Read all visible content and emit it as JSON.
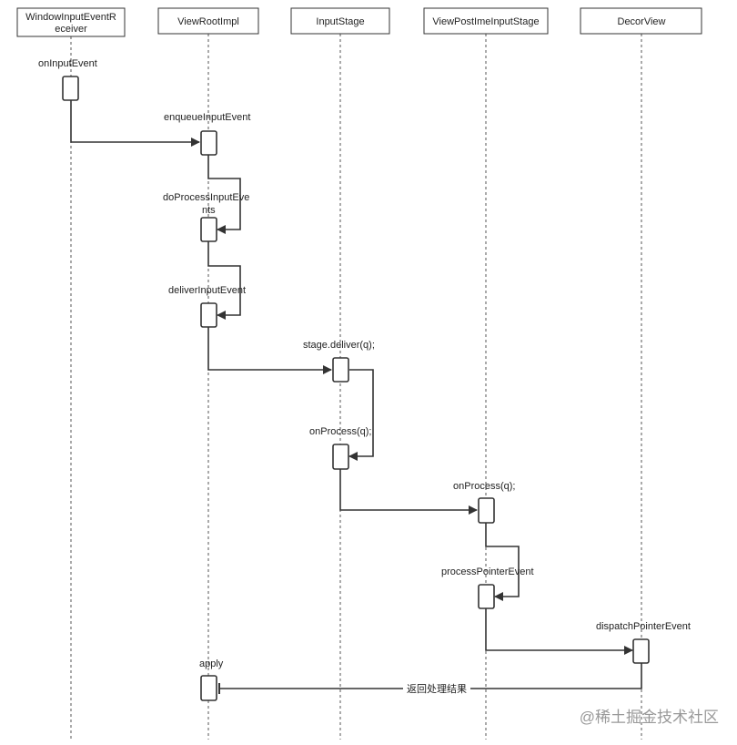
{
  "participants": [
    {
      "id": "wire",
      "label_lines": [
        "WindowInputEventR",
        "eceiver"
      ]
    },
    {
      "id": "vri",
      "label_lines": [
        "ViewRootImpl"
      ]
    },
    {
      "id": "is",
      "label_lines": [
        "InputStage"
      ]
    },
    {
      "id": "vpis",
      "label_lines": [
        "ViewPostImeInputStage"
      ]
    },
    {
      "id": "dv",
      "label_lines": [
        "DecorView"
      ]
    }
  ],
  "steps": [
    {
      "label_lines": [
        "onInputEvent"
      ]
    },
    {
      "label_lines": [
        "enqueueInputEvent"
      ]
    },
    {
      "label_lines": [
        "doProcessInputEve",
        "nts"
      ]
    },
    {
      "label_lines": [
        "deliverInputEvent"
      ]
    },
    {
      "label_lines": [
        "stage.deliver(q);"
      ]
    },
    {
      "label_lines": [
        "onProcess(q);"
      ]
    },
    {
      "label_lines": [
        "onProcess(q);"
      ]
    },
    {
      "label_lines": [
        "processPointerEvent"
      ]
    },
    {
      "label_lines": [
        "dispatchPointerEvent"
      ]
    },
    {
      "label_lines": [
        "apply"
      ]
    }
  ],
  "return_message": {
    "label": "返回处理结果"
  },
  "watermark": {
    "text": "@稀土掘金技术社区"
  },
  "colors": {
    "line": "#333333",
    "lifeline": "#555555",
    "box_border": "#333333",
    "text": "#222222",
    "watermark": "#999999",
    "background": "#ffffff"
  }
}
